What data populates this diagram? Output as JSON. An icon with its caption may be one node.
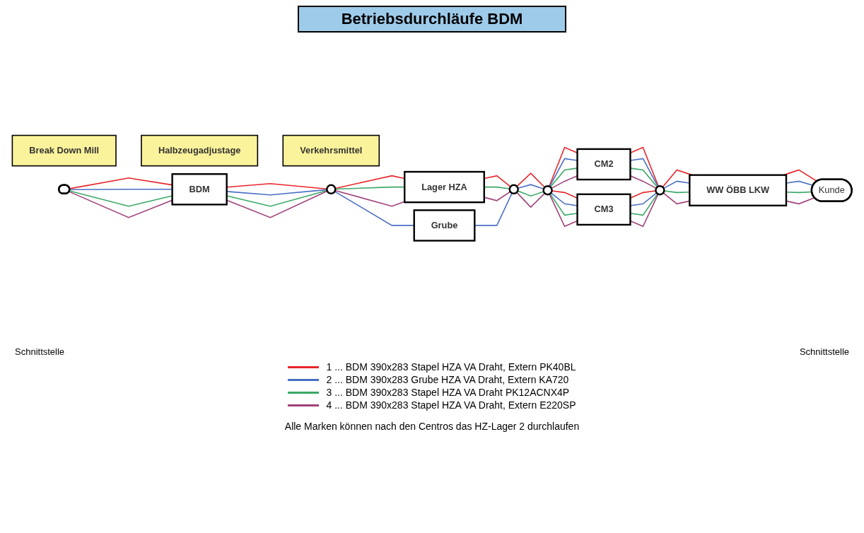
{
  "diagram": {
    "title": "Betriebsdurchläufe BDM",
    "caption": "Alle Marken können nach den Centros das HZ-Lager 2 durchlaufen",
    "nodes": [
      {
        "text": [
          "Break Down Mill"
        ]
      },
      {
        "text": [
          "Halbzeugadjustage"
        ]
      },
      {
        "text": [
          "Verkehrsmittel"
        ]
      },
      {
        "text": [],
        "shape": "bar"
      },
      {
        "text": [
          "BDM"
        ]
      },
      {
        "text": [],
        "shape": "circle"
      },
      {
        "text": [
          "Lager HZA"
        ]
      },
      {
        "text": [
          "Grube"
        ]
      },
      {
        "text": [],
        "shape": "circle"
      },
      {
        "text": [],
        "shape": "circle"
      },
      {
        "text": [
          "CM2"
        ]
      },
      {
        "text": [
          "CM3"
        ]
      },
      {
        "text": [],
        "shape": "circle"
      },
      {
        "text": [
          "WW ÖBB LKW"
        ]
      },
      {
        "text": [
          "Kunde"
        ]
      }
    ],
    "edges": [
      {
        "from": 3,
        "to": 4,
        "arrow": "none",
        "color": "#e8262a"
      },
      {
        "from": 3,
        "to": 4,
        "arrow": "none",
        "color": "#4a6fc4"
      },
      {
        "from": 3,
        "to": 4,
        "arrow": "none",
        "color": "#3aa866"
      },
      {
        "from": 3,
        "to": 4,
        "arrow": "none",
        "color": "#a0407a"
      },
      {
        "from": 4,
        "to": 5,
        "arrow": "none",
        "color": "#e8262a"
      },
      {
        "from": 4,
        "to": 5,
        "arrow": "none",
        "color": "#4a6fc4"
      },
      {
        "from": 4,
        "to": 5,
        "arrow": "none",
        "color": "#3aa866"
      },
      {
        "from": 4,
        "to": 5,
        "arrow": "none",
        "color": "#a0407a"
      },
      {
        "from": 5,
        "to": 6,
        "arrow": "none",
        "color": "#e8262a"
      },
      {
        "from": 5,
        "to": 6,
        "arrow": "none",
        "color": "#3aa866"
      },
      {
        "from": 5,
        "to": 6,
        "arrow": "none",
        "color": "#a0407a"
      },
      {
        "from": 5,
        "to": 7,
        "arrow": "none",
        "color": "#4a6fc4"
      },
      {
        "from": 6,
        "to": 8,
        "arrow": "none",
        "color": "#e8262a"
      },
      {
        "from": 6,
        "to": 8,
        "arrow": "none",
        "color": "#3aa866"
      },
      {
        "from": 6,
        "to": 8,
        "arrow": "none",
        "color": "#a0407a"
      },
      {
        "from": 7,
        "to": 8,
        "arrow": "none",
        "color": "#4a6fc4"
      },
      {
        "from": 8,
        "to": 9,
        "arrow": "none",
        "color": "#e8262a"
      },
      {
        "from": 8,
        "to": 9,
        "arrow": "none",
        "color": "#4a6fc4"
      },
      {
        "from": 8,
        "to": 9,
        "arrow": "none",
        "color": "#3aa866"
      },
      {
        "from": 8,
        "to": 9,
        "arrow": "none",
        "color": "#a0407a"
      },
      {
        "from": 9,
        "to": 10,
        "arrow": "none",
        "color": "#e8262a"
      },
      {
        "from": 9,
        "to": 10,
        "arrow": "none",
        "color": "#4a6fc4"
      },
      {
        "from": 9,
        "to": 10,
        "arrow": "none",
        "color": "#3aa866"
      },
      {
        "from": 9,
        "to": 10,
        "arrow": "none",
        "color": "#a0407a"
      },
      {
        "from": 9,
        "to": 11,
        "arrow": "none",
        "color": "#e8262a"
      },
      {
        "from": 9,
        "to": 11,
        "arrow": "none",
        "color": "#4a6fc4"
      },
      {
        "from": 9,
        "to": 11,
        "arrow": "none",
        "color": "#3aa866"
      },
      {
        "from": 9,
        "to": 11,
        "arrow": "none",
        "color": "#a0407a"
      },
      {
        "from": 10,
        "to": 12,
        "arrow": "none",
        "color": "#e8262a"
      },
      {
        "from": 10,
        "to": 12,
        "arrow": "none",
        "color": "#4a6fc4"
      },
      {
        "from": 10,
        "to": 12,
        "arrow": "none",
        "color": "#3aa866"
      },
      {
        "from": 10,
        "to": 12,
        "arrow": "none",
        "color": "#a0407a"
      },
      {
        "from": 11,
        "to": 12,
        "arrow": "none",
        "color": "#e8262a"
      },
      {
        "from": 11,
        "to": 12,
        "arrow": "none",
        "color": "#4a6fc4"
      },
      {
        "from": 11,
        "to": 12,
        "arrow": "none",
        "color": "#3aa866"
      },
      {
        "from": 11,
        "to": 12,
        "arrow": "none",
        "color": "#a0407a"
      },
      {
        "from": 12,
        "to": 13,
        "arrow": "none",
        "color": "#e8262a"
      },
      {
        "from": 12,
        "to": 13,
        "arrow": "none",
        "color": "#4a6fc4"
      },
      {
        "from": 12,
        "to": 13,
        "arrow": "none",
        "color": "#3aa866"
      },
      {
        "from": 12,
        "to": 13,
        "arrow": "none",
        "color": "#a0407a"
      },
      {
        "from": 13,
        "to": 14,
        "arrow": "none",
        "color": "#e8262a"
      },
      {
        "from": 13,
        "to": 14,
        "arrow": "none",
        "color": "#4a6fc4"
      },
      {
        "from": 13,
        "to": 14,
        "arrow": "none",
        "color": "#3aa866"
      },
      {
        "from": 13,
        "to": 14,
        "arrow": "none",
        "color": "#a0407a"
      }
    ],
    "labels": [
      "Schnittstelle",
      "Schnittstelle"
    ],
    "legend": [
      {
        "text": "1 ... BDM 390x283 Stapel HZA VA Draht, Extern PK40BL",
        "color": "#e8262a"
      },
      {
        "text": "2 ... BDM 390x283 Grube HZA VA Draht, Extern KA720",
        "color": "#4a6fc4"
      },
      {
        "text": "3 ... BDM 390x283 Stapel HZA VA Draht PK12ACNX4P",
        "color": "#3aa866"
      },
      {
        "text": "4 ... BDM 390x283 Stapel HZA VA Draht, Extern E220SP",
        "color": "#a0407a"
      }
    ]
  }
}
